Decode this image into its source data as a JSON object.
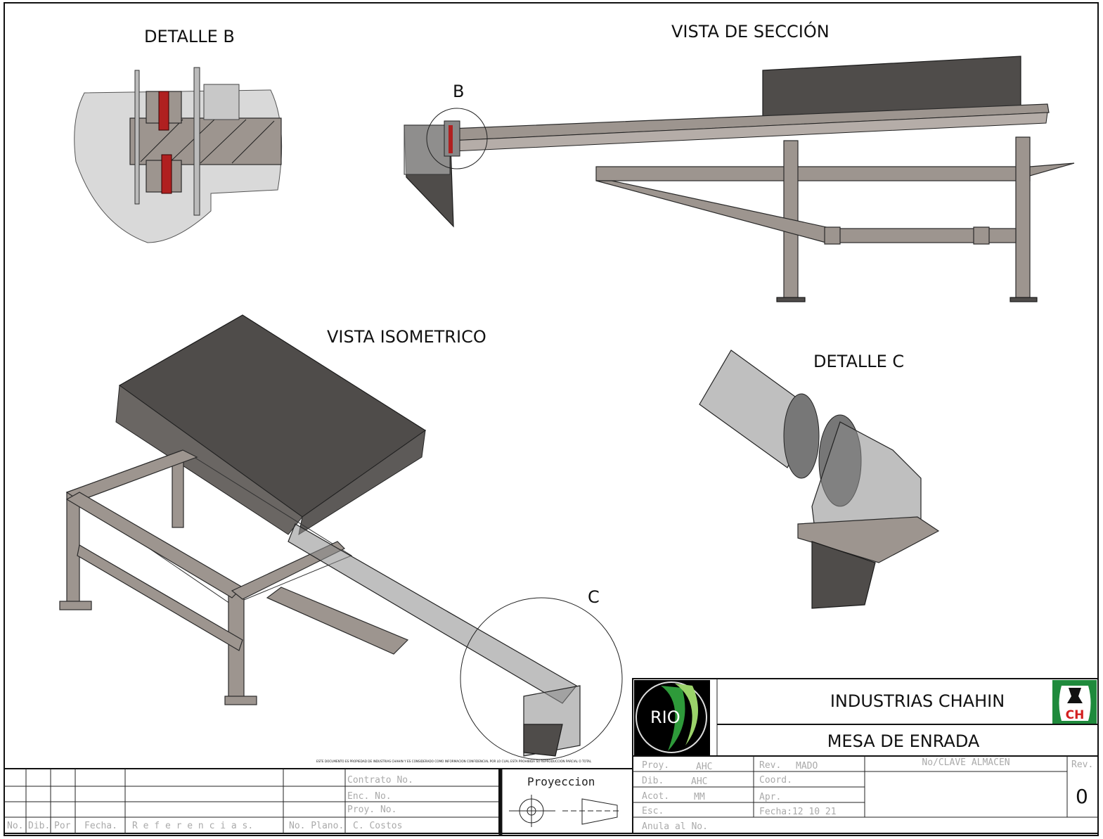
{
  "views": {
    "detail_b": "DETALLE B",
    "section": "VISTA DE SECCIÓN",
    "isometric": "VISTA ISOMETRICO",
    "detail_c": "DETALLE C",
    "callout_b": "B",
    "callout_c": "C"
  },
  "confidential_note": "ESTE DOCUMENTO ES PROPIEDAD DE INDUSTRIAS CHAHIN Y ES CONSIDERADO COMO INFORMACION CONFIDENCIAL POR LO CUAL ESTA PROHIBIDA SU REPRODUCCION PARCIAL O TOTAL",
  "revision_table": {
    "headers": [
      "No.",
      "Dib.",
      "Por",
      "Fecha.",
      "R e f e r e n c i a s.",
      "No. Plano."
    ],
    "side_labels": [
      "Contrato No.",
      "Enc. No.",
      "Proy. No.",
      "C. Costos"
    ]
  },
  "projection": {
    "label": "Proyeccion"
  },
  "title_block": {
    "company": "INDUSTRIAS CHAHIN",
    "title": "MESA DE ENRADA",
    "logo_left_text": "RIO",
    "logo_right_text": "CH",
    "proy_label": "Proy.",
    "proy_value": "AHC",
    "dib_label": "Dib.",
    "dib_value": "AHC",
    "acot_label": "Acot.",
    "acot_value": "MM",
    "esc_label": "Esc.",
    "rev_label": "Rev.",
    "rev_value": "MADO",
    "coord_label": "Coord.",
    "apr_label": "Apr.",
    "fecha": "Fecha:12  10  21",
    "clave_label": "No/CLAVE  ALMACEN",
    "rev_col_label": "Rev.",
    "rev_number": "0",
    "anula_label": "Anula al No."
  },
  "colors": {
    "logo_green": "#1f8a3c",
    "logo_red": "#d32020",
    "steel": "#9d958f",
    "dark": "#4f4c4a"
  }
}
